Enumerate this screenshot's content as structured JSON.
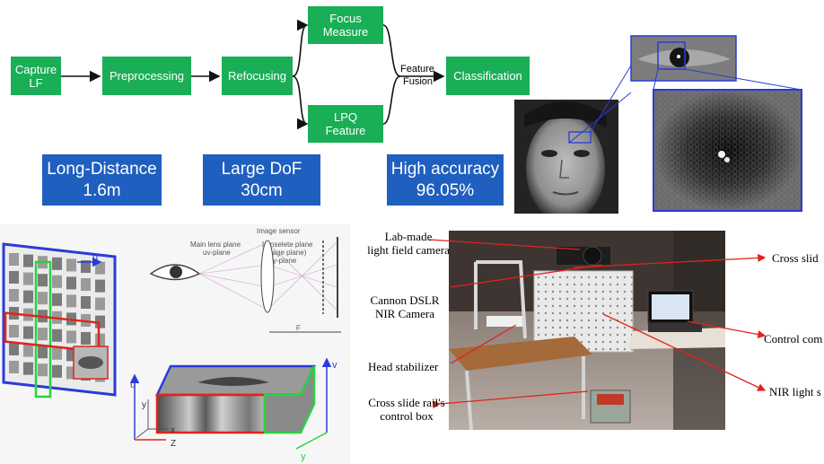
{
  "pipeline": {
    "capture": [
      "Capture",
      "LF"
    ],
    "preprocessing": "Preprocessing",
    "refocusing": "Refocusing",
    "focus": [
      "Focus",
      "Measure"
    ],
    "lpq": [
      "LPQ",
      "Feature"
    ],
    "fusion": [
      "Feature",
      "Fusion"
    ],
    "classification": "Classification"
  },
  "highlights": [
    {
      "title": "Long-Distance",
      "value": "1.6m"
    },
    {
      "title": "Large DoF",
      "value": "30cm"
    },
    {
      "title": "High accuracy",
      "value": "96.05%"
    }
  ],
  "optics": {
    "image_sensor": "Image sensor",
    "main_lens": [
      "Main lens plane",
      "uv-plane"
    ],
    "lenslet": [
      "Lenselete plane",
      "(Image plane)",
      "xy-plane"
    ],
    "axis_u": "u",
    "axis_v": "v",
    "axis_x": "x",
    "axis_y": "y",
    "axis_z": "Z",
    "label_F": "F"
  },
  "setup_labels": {
    "lab_made": [
      "Lab-made",
      "light field camera"
    ],
    "cannon": [
      "Cannon DSLR",
      "NIR Camera"
    ],
    "head": "Head stabilizer",
    "control_box": [
      "Cross slide rail's",
      "control box"
    ],
    "cross_slide": "Cross slid",
    "control_com": "Control com",
    "nir_light": "NIR light s"
  },
  "colors": {
    "green": "#1aae57",
    "blue": "#1f5fbf",
    "annot": "#e0241a",
    "frame": "#2b3bd8"
  }
}
